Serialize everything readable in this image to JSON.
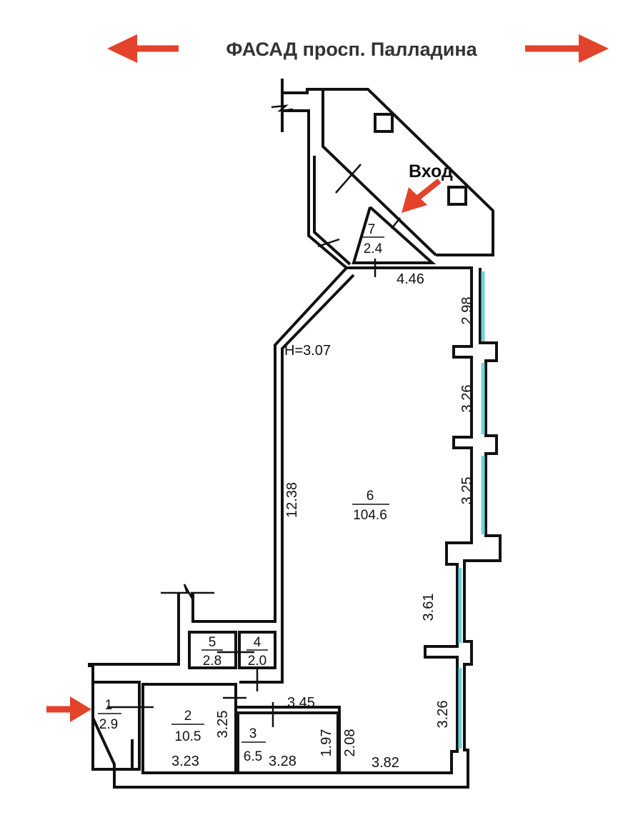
{
  "header": {
    "title": "ФАСАД просп. Палладина"
  },
  "entrance_label": "Вход",
  "ceiling_height": "H=3.07",
  "colors": {
    "arrow": "#e2432a",
    "window": "#6fd3dd",
    "wall": "#111111"
  },
  "rooms": [
    {
      "number": "1",
      "area": "2.9"
    },
    {
      "number": "2",
      "area": "10.5"
    },
    {
      "number": "3",
      "area": "6.5"
    },
    {
      "number": "4",
      "area": "2.0"
    },
    {
      "number": "5",
      "area": "2.8"
    },
    {
      "number": "6",
      "area": "104.6"
    },
    {
      "number": "7",
      "area": "2.4"
    }
  ],
  "dimensions": {
    "top_446": "4.46",
    "right_298": "2.98",
    "right_326a": "3.26",
    "right_325": "3.25",
    "right_361": "3.61",
    "right_326b": "3.26",
    "left_1238": "12.38",
    "d_345": "3.45",
    "d_325": "3.25",
    "d_323": "3.23",
    "d_328": "3.28",
    "d_197": "1.97",
    "d_208": "2.08",
    "d_382": "3.82"
  }
}
